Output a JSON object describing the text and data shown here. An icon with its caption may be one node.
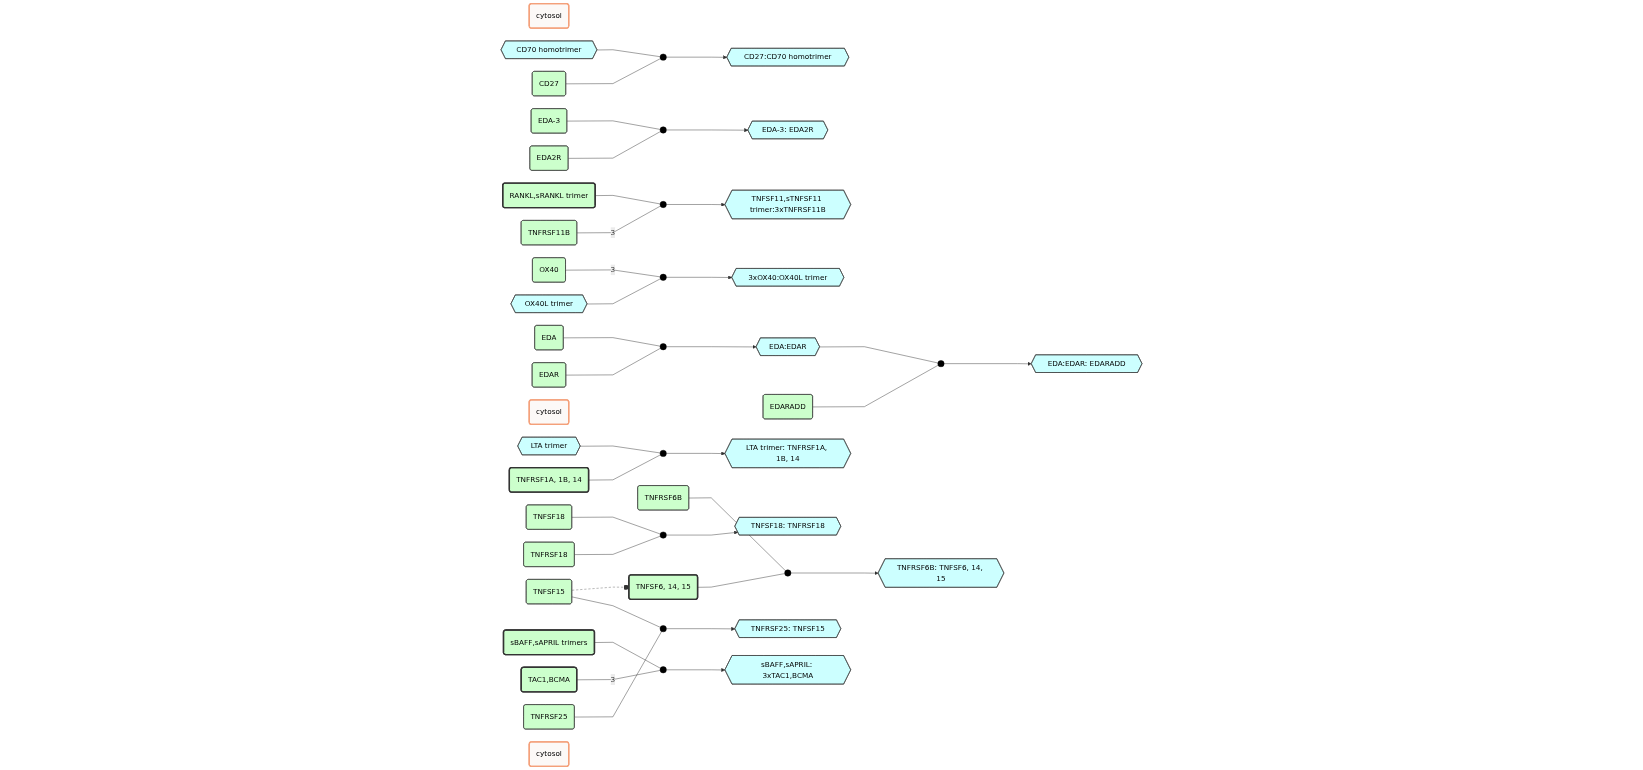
{
  "diagram": {
    "nodes": [
      {
        "text": [
          "cytosol"
        ]
      },
      {
        "text": [
          "CD70 homotrimer"
        ]
      },
      {
        "text": [
          "EDA"
        ]
      },
      {
        "text": [
          "EDA-3"
        ]
      },
      {
        "text": [
          "RANKL,sRANKL trimer"
        ]
      },
      {
        "text": [
          "OX40"
        ]
      },
      {
        "text": [
          "CD27"
        ]
      },
      {
        "text": [],
        "shape": "circle"
      },
      {
        "text": [
          "CD27:CD70 homotrimer"
        ]
      },
      {
        "text": [
          "EDAR"
        ]
      },
      {
        "text": [],
        "shape": "circle"
      },
      {
        "text": [
          "EDA:EDAR"
        ]
      },
      {
        "text": [],
        "shape": "circle"
      },
      {
        "text": [
          "EDA:EDAR: EDARADD"
        ]
      },
      {
        "text": [
          "EDA2R"
        ]
      },
      {
        "text": [],
        "shape": "circle"
      },
      {
        "text": [
          "EDA-3: EDA2R"
        ]
      },
      {
        "text": [
          "TNFRSF11B"
        ]
      },
      {
        "text": [],
        "shape": "circle"
      },
      {
        "text": [
          "TNFSF11,sTNFSF11 trimer:3xTNFRSF11B"
        ]
      },
      {
        "text": [
          "OX40L trimer"
        ]
      },
      {
        "text": [],
        "shape": "circle"
      },
      {
        "text": [
          "3xOX40:OX40L trimer"
        ]
      },
      {
        "text": [
          "EDARADD"
        ]
      },
      {
        "text": [
          "cytosol"
        ]
      },
      {
        "text": [
          "TNFRSF1A, 1B, 14"
        ]
      },
      {
        "text": [],
        "shape": "circle"
      },
      {
        "text": [
          "LTA trimer: TNFRSF1A, 1B, 14"
        ]
      },
      {
        "text": [
          "TNFRSF6B"
        ]
      },
      {
        "text": [],
        "shape": "circle"
      },
      {
        "text": [
          "TNFRSF6B: TNFSF6, 14, 15"
        ]
      },
      {
        "text": [
          "TNFRSF18"
        ]
      },
      {
        "text": [],
        "shape": "circle"
      },
      {
        "text": [
          "TNFSF18: TNFRSF18"
        ]
      },
      {
        "text": [
          "TAC1,BCMA"
        ]
      },
      {
        "text": [],
        "shape": "circle"
      },
      {
        "text": [
          "sBAFF,sAPRIL: 3xTAC1,BCMA"
        ]
      },
      {
        "text": [
          "TNFRSF25"
        ]
      },
      {
        "text": [],
        "shape": "circle"
      },
      {
        "text": [
          "TNFRSF25: TNFSF15"
        ]
      },
      {
        "text": [
          "LTA trimer"
        ]
      },
      {
        "text": [
          "TNFSF6, 14, 15"
        ]
      },
      {
        "text": [
          "TNFSF18"
        ]
      },
      {
        "text": [
          "sBAFF,sAPRIL trimers"
        ]
      },
      {
        "text": [
          "TNFSF15"
        ]
      },
      {
        "text": [
          "cytosol"
        ]
      }
    ],
    "edges": [
      {
        "from": 6,
        "to": 7,
        "arrow": "none"
      },
      {
        "from": 1,
        "to": 7,
        "arrow": "none"
      },
      {
        "from": 7,
        "to": 8,
        "arrow": "to"
      },
      {
        "from": 9,
        "to": 10,
        "arrow": "none"
      },
      {
        "from": 2,
        "to": 10,
        "arrow": "none"
      },
      {
        "from": 10,
        "to": 11,
        "arrow": "to"
      },
      {
        "from": 11,
        "to": 12,
        "arrow": "none"
      },
      {
        "from": 23,
        "to": 12,
        "arrow": "none"
      },
      {
        "from": 12,
        "to": 13,
        "arrow": "to"
      },
      {
        "from": 14,
        "to": 15,
        "arrow": "none"
      },
      {
        "from": 3,
        "to": 15,
        "arrow": "none"
      },
      {
        "from": 15,
        "to": 16,
        "arrow": "to"
      },
      {
        "from": 17,
        "to": 18,
        "arrow": "none",
        "label": "3"
      },
      {
        "from": 4,
        "to": 18,
        "arrow": "none"
      },
      {
        "from": 18,
        "to": 19,
        "arrow": "to"
      },
      {
        "from": 20,
        "to": 21,
        "arrow": "none"
      },
      {
        "from": 5,
        "to": 21,
        "arrow": "none",
        "label": "3"
      },
      {
        "from": 21,
        "to": 22,
        "arrow": "to"
      },
      {
        "from": 25,
        "to": 26,
        "arrow": "none"
      },
      {
        "from": 40,
        "to": 26,
        "arrow": "none"
      },
      {
        "from": 26,
        "to": 27,
        "arrow": "to"
      },
      {
        "from": 28,
        "to": 29,
        "arrow": "none"
      },
      {
        "from": 41,
        "to": 29,
        "arrow": "none"
      },
      {
        "from": 29,
        "to": 30,
        "arrow": "to"
      },
      {
        "from": 31,
        "to": 32,
        "arrow": "none"
      },
      {
        "from": 42,
        "to": 32,
        "arrow": "none"
      },
      {
        "from": 32,
        "to": 33,
        "arrow": "to"
      },
      {
        "from": 34,
        "to": 35,
        "arrow": "none",
        "label": "3"
      },
      {
        "from": 43,
        "to": 35,
        "arrow": "none"
      },
      {
        "from": 35,
        "to": 36,
        "arrow": "to"
      },
      {
        "from": 37,
        "to": 38,
        "arrow": "none"
      },
      {
        "from": 44,
        "to": 38,
        "arrow": "none"
      },
      {
        "from": 38,
        "to": 39,
        "arrow": "to"
      },
      {
        "from": 41,
        "to": 44,
        "arrow": "other",
        "style": "dashed",
        "color": "#666666"
      }
    ]
  }
}
